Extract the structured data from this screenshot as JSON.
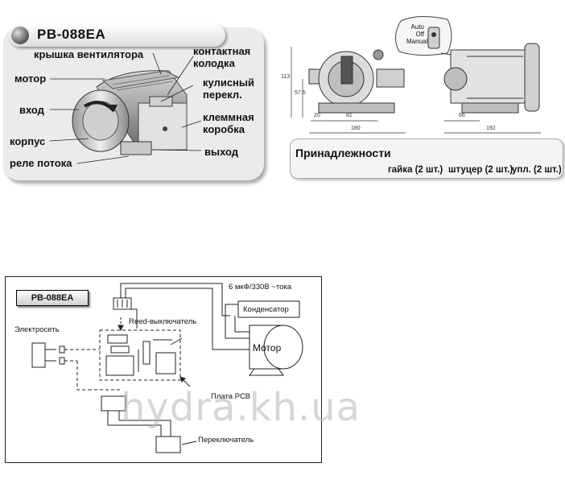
{
  "model": "PB-088EA",
  "pump_labels": {
    "fan_cover": "крышка вентилятора",
    "motor": "мотор",
    "inlet": "вход",
    "housing": "корпус",
    "flow_relay": "реле потока",
    "contact_block": "контактная\nколодка",
    "rocker_switch": "кулисный\nперекл.",
    "terminal_box": "клеммная\nкоробка",
    "outlet": "выход"
  },
  "switch_positions": [
    "Auto",
    "Off",
    "Manual"
  ],
  "dimensions": {
    "height": "113",
    "axis_height": "57.5",
    "base_offset": "20",
    "base_width": "81",
    "total_width": "180",
    "side_offset": "66",
    "total_length": "192"
  },
  "accessories": {
    "title": "Принадлежности",
    "items": [
      "гайка (2 шт.)",
      "штуцер (2 шт.)",
      "упл. (2 шт.)"
    ]
  },
  "wiring": {
    "title": "PB-088EA",
    "capacitor_spec": "6 мкФ/330В ~тока",
    "capacitor": "Конденсатор",
    "motor": "Мотор",
    "mains": "Электросеть",
    "reed_switch": "Reed-выключатель",
    "pcb": "Плата PCB",
    "switch": "Переключатель"
  },
  "watermark": "hydra.kh.ua"
}
